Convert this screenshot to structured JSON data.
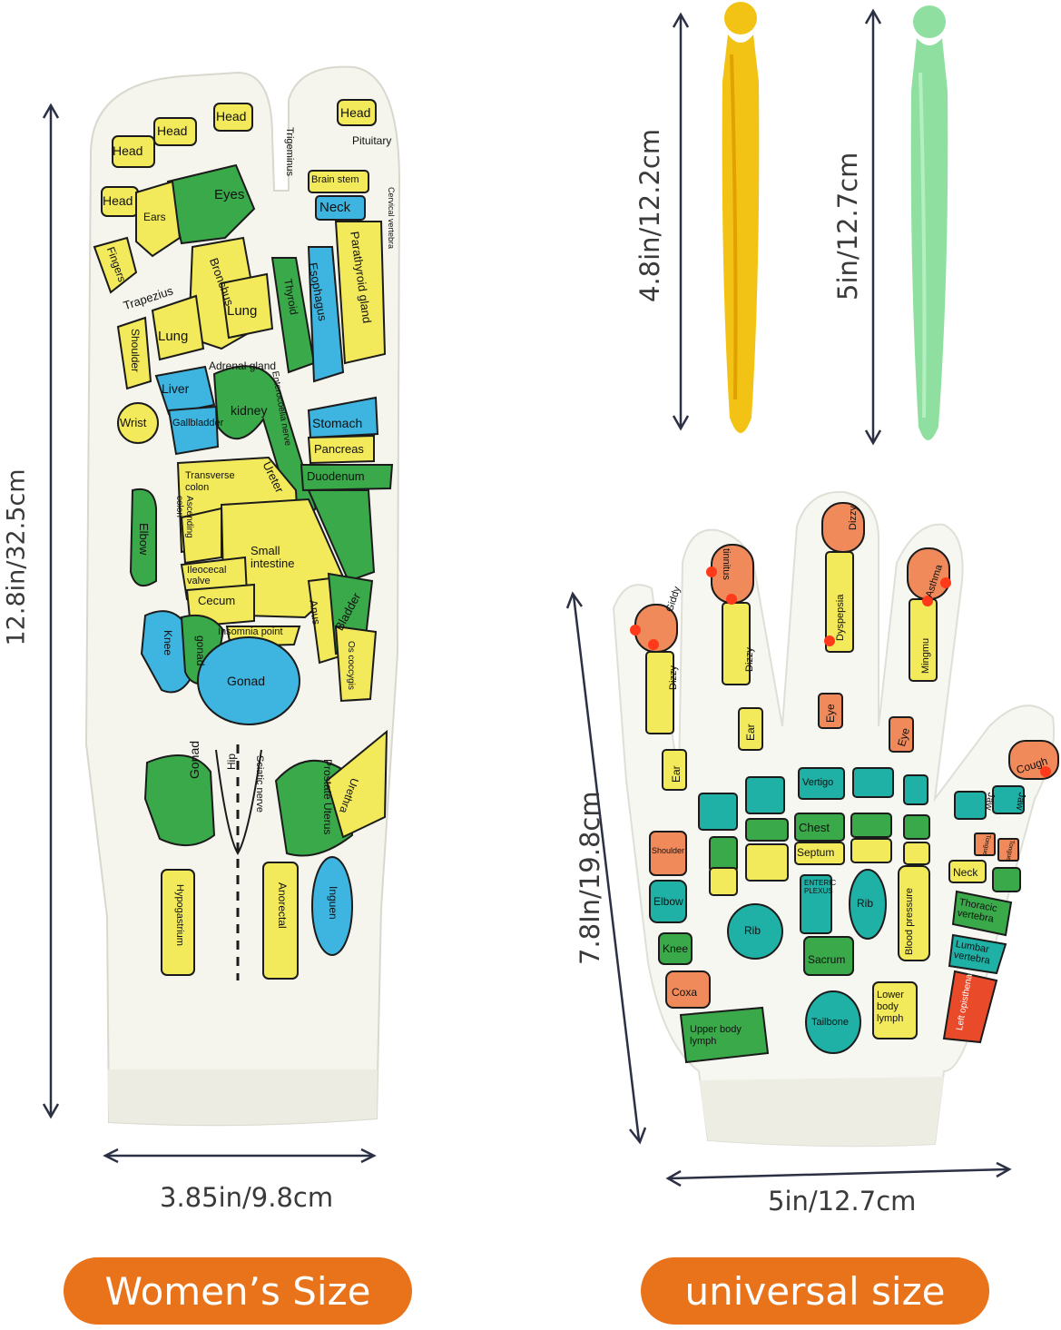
{
  "sock": {
    "height_label": "12.8in/32.5cm",
    "width_label": "3.85in/9.8cm",
    "size_button": "Women’s Size",
    "zones": {
      "head1": "Head",
      "head2": "Head",
      "head3": "Head",
      "head4": "Head",
      "head5": "Head",
      "pituitary": "Pituitary",
      "trigeminus": "Trigeminus",
      "brain_stem": "Brain stem",
      "neck": "Neck",
      "cervical": "Cervical vertebra",
      "eyes": "Eyes",
      "ears": "Ears",
      "fingers": "Fingers",
      "trapezius": "Trapezius",
      "bronchus": "Bronchus",
      "lung1": "Lung",
      "lung2": "Lung",
      "shoulder": "Shoulder",
      "esophagus": "Esophagus",
      "thyroid": "Thyroid",
      "parathyroid": "Parathyroid gland",
      "adrenal": "Adrenal gland",
      "liver": "Liver",
      "kidney": "kidney",
      "wrist": "Wrist",
      "gallbladder": "Gallbladder",
      "enterocoelia": "Enterocoelia nerve",
      "stomach": "Stomach",
      "pancreas": "Pancreas",
      "duodenum": "Duodenum",
      "transverse": "Transverse colon",
      "ascending": "Ascending colon",
      "ureter": "Ureter",
      "elbow": "Elbow",
      "small_intestine": "Small intestine",
      "ileocecal": "Ileocecal valve",
      "cecum": "Cecum",
      "anus": "Anus",
      "bladder": "Bladder",
      "insomnia": "Insomnia point",
      "coccyx": "Os coccygis",
      "knee": "Knee",
      "gonad1": "gonad",
      "gonad2": "Gonad",
      "gonad3": "Gonad",
      "hip": "Hip",
      "sciatic": "Sciatic nerve",
      "prostate": "Prostate Uterus",
      "urethra": "Urethra",
      "hypogastrium": "Hypogastrium",
      "anorectal": "Anorectal",
      "inguen": "Inguen"
    }
  },
  "tools": {
    "yellow_label": "4.8in/12.2cm",
    "green_label": "5in/12.7cm",
    "yellow_color": "#f2c214",
    "green_color": "#8fe0a0"
  },
  "glove": {
    "height_label": "7.8In/19.8cm",
    "width_label": "5in/12.7cm",
    "size_button": "universal size",
    "zones": {
      "giddy": "Giddy",
      "tinnitus": "tinnitus",
      "dizzy1": "Dizzy",
      "dyspepsia": "Dyspepsia",
      "asthma": "Asthma",
      "dizzy2": "Dizzy",
      "dizzy3": "Dizzy",
      "mingmu": "Mingmu",
      "ear1": "Ear",
      "ear2": "Ear",
      "eye1": "Eye",
      "eye2": "Eye",
      "cough": "Cough",
      "vertigo": "Vertigo",
      "chest": "Chest",
      "septum": "Septum",
      "shoulder": "Shoulder",
      "jaw1": "Jaw",
      "jaw2": "Jaw",
      "tongue1": "Tongue",
      "tongue2": "Tongue",
      "neck": "Neck",
      "elbow": "Elbow",
      "rib1": "Rib",
      "enteric": "ENTERIC PLEXUS",
      "rib2": "Rib",
      "blood": "Blood pressure",
      "thoracic": "Thoracic vertebra",
      "knee": "Knee",
      "sacrum": "Sacrum",
      "lumbar": "Lumbar vertebra",
      "coxa": "Coxa",
      "tailbone": "Tailbone",
      "lower_lymph": "Lower body lymph",
      "upper_lymph": "Upper body lymph",
      "left_op": "Left opisthenar"
    }
  },
  "colors": {
    "accent": "#e8731a",
    "zone_green": "#3aa94a",
    "zone_yellow": "#f2ea5a",
    "zone_blue": "#3db5e0",
    "zone_teal": "#1fb0a6",
    "zone_orange": "#f08a5b"
  }
}
